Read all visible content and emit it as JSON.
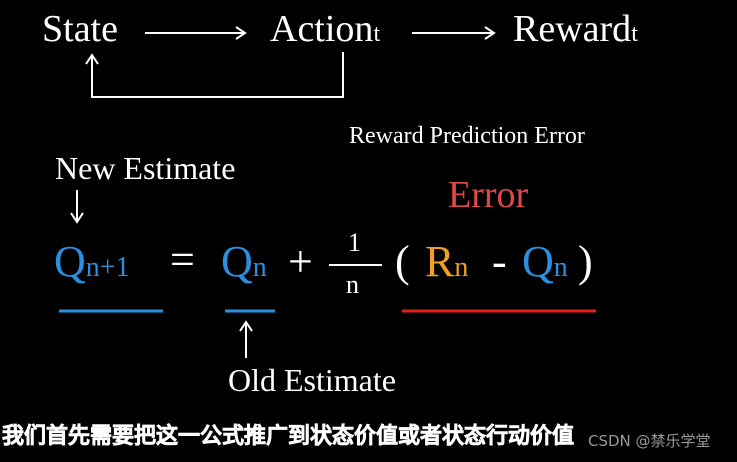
{
  "flow": {
    "state": "State",
    "action": "Action",
    "action_sub": "t",
    "reward": "Reward",
    "reward_sub": "t"
  },
  "labels": {
    "rpe": "Reward Prediction Error",
    "new_estimate": "New Estimate",
    "error": "Error",
    "old_estimate": "Old Estimate"
  },
  "formula": {
    "q_new": "Q",
    "q_new_sub": "n+1",
    "equals": "=",
    "q_old": "Q",
    "q_old_sub": "n",
    "plus": "+",
    "frac_num": "1",
    "frac_den": "n",
    "lparen": "(",
    "r": "R",
    "r_sub": "n",
    "minus": "-",
    "q_err": "Q",
    "q_err_sub": "n",
    "rparen": ")"
  },
  "colors": {
    "blue": "#2b8fe0",
    "orange": "#f0a01e",
    "red": "#e0484a",
    "red_line": "#e02020"
  },
  "caption": "我们首先需要把这一公式推广到状态价值或者状态行动价值",
  "watermark": "CSDN @禁乐学堂"
}
